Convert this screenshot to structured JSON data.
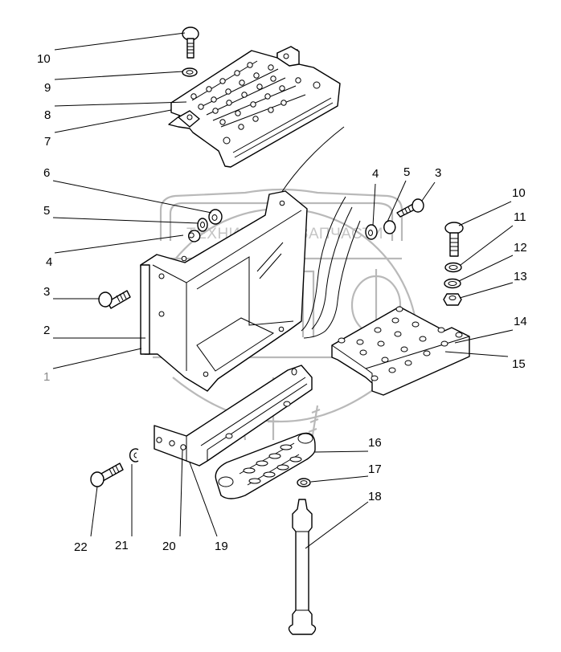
{
  "diagram": {
    "type": "exploded-parts-view",
    "watermark": {
      "top_left_text": "ТЕХНИКА",
      "top_right_text": "ЗАПЧАСТИ",
      "center_icon": "gear-icon",
      "logo_letters": "ЭПФ"
    },
    "callouts": [
      {
        "id": "10",
        "label": "10",
        "part": "carriage-bolt"
      },
      {
        "id": "9",
        "label": "9",
        "part": "washer"
      },
      {
        "id": "8",
        "label": "8",
        "part": "step-plate-upper"
      },
      {
        "id": "7",
        "label": "7",
        "part": "step-plate-lower"
      },
      {
        "id": "6",
        "label": "6",
        "part": "nut"
      },
      {
        "id": "5",
        "label": "5",
        "part": "flat-washer"
      },
      {
        "id": "4",
        "label": "4",
        "part": "lock-washer"
      },
      {
        "id": "3",
        "label": "3",
        "part": "hex-bolt"
      },
      {
        "id": "2",
        "label": "2",
        "part": "bracket"
      },
      {
        "id": "1",
        "label": "1",
        "part": "bracket-base"
      },
      {
        "id": "4b",
        "label": "4",
        "part": "nut"
      },
      {
        "id": "5b",
        "label": "5",
        "part": "lock-washer"
      },
      {
        "id": "3b",
        "label": "3",
        "part": "hex-bolt"
      },
      {
        "id": "10b",
        "label": "10",
        "part": "carriage-bolt"
      },
      {
        "id": "11",
        "label": "11",
        "part": "flat-washer"
      },
      {
        "id": "12",
        "label": "12",
        "part": "spring-washer"
      },
      {
        "id": "13",
        "label": "13",
        "part": "nut"
      },
      {
        "id": "14",
        "label": "14",
        "part": "step-plate"
      },
      {
        "id": "15",
        "label": "15",
        "part": "step-plate-base"
      },
      {
        "id": "16",
        "label": "16",
        "part": "step-bar"
      },
      {
        "id": "17",
        "label": "17",
        "part": "washer"
      },
      {
        "id": "18",
        "label": "18",
        "part": "rod"
      },
      {
        "id": "19",
        "label": "19",
        "part": "support-arm"
      },
      {
        "id": "20",
        "label": "20",
        "part": "support-hole"
      },
      {
        "id": "21",
        "label": "21",
        "part": "lock-washer"
      },
      {
        "id": "22",
        "label": "22",
        "part": "hex-bolt"
      }
    ]
  }
}
